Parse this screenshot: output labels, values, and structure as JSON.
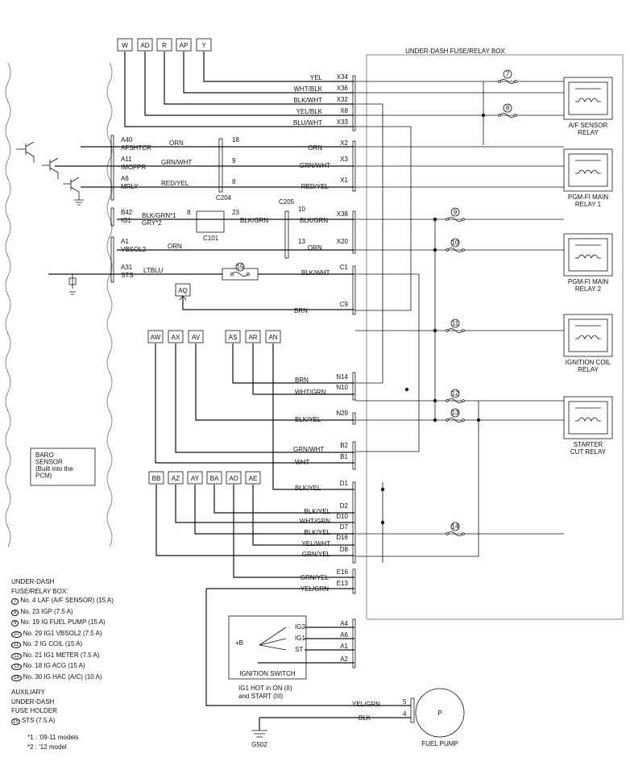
{
  "connectors_top": [
    "W",
    "AD",
    "R",
    "AP",
    "Y"
  ],
  "connector_aq": "AQ",
  "connectors_mid": [
    "AW",
    "AX",
    "AV",
    "AS",
    "AR",
    "AN"
  ],
  "connectors_low": [
    "BB",
    "AZ",
    "AY",
    "BA",
    "AO",
    "AE"
  ],
  "fuse_box_title": "UNDER-DASH FUSE/RELAY BOX",
  "pcm_pins": [
    {
      "pin": "A40",
      "name": "AFSHTCR"
    },
    {
      "pin": "A11",
      "name": "IMOFPR"
    },
    {
      "pin": "A6",
      "name": "MRLY"
    },
    {
      "pin": "B42",
      "name": "IG1"
    },
    {
      "pin": "A1",
      "name": "VBSOL2"
    },
    {
      "pin": "A31",
      "name": "STS"
    }
  ],
  "baro_sensor": [
    "BARO",
    "SENSOR",
    "(Built into the",
    "PCM)"
  ],
  "joints": [
    "C204",
    "C101",
    "C205"
  ],
  "wires_left": [
    {
      "color": "ORN",
      "num": "18"
    },
    {
      "color": "GRN/WHT",
      "num": "9"
    },
    {
      "color": "RED/YEL",
      "num": "8"
    },
    {
      "color": "BLK/GRN*1",
      "num": "8"
    },
    {
      "color": "GRY*2",
      "num": ""
    },
    {
      "color": "ORN",
      "num": ""
    },
    {
      "color": "LTBLU",
      "num": ""
    }
  ],
  "wires_mid": [
    {
      "color": "BLK/GRN",
      "num": "23"
    },
    {
      "color": "BLK/GRN",
      "num": "10"
    },
    {
      "color": "ORN",
      "num": "13"
    }
  ],
  "box_terminals": [
    {
      "color": "YEL",
      "pin": "X34"
    },
    {
      "color": "WHT/BLK",
      "pin": "X36"
    },
    {
      "color": "BLK/WHT",
      "pin": "X32"
    },
    {
      "color": "YEL/BLK",
      "pin": "X8"
    },
    {
      "color": "BLU/WHT",
      "pin": "X33"
    },
    {
      "color": "ORN",
      "pin": "X2"
    },
    {
      "color": "GRN/WHT",
      "pin": "X3"
    },
    {
      "color": "RED/YEL",
      "pin": "X1"
    },
    {
      "color": "BLK/GRN",
      "pin": "X38"
    },
    {
      "color": "ORN",
      "pin": "X20"
    },
    {
      "color": "BLK/WHT",
      "pin": "C1"
    },
    {
      "color": "BRN",
      "pin": "C9"
    },
    {
      "color": "BRN",
      "pin": "N14"
    },
    {
      "color": "WHT/GRN",
      "pin": "N10"
    },
    {
      "color": "BLK/YEL",
      "pin": "N29"
    },
    {
      "color": "GRN/WHT",
      "pin": "B2"
    },
    {
      "color": "WHT",
      "pin": "B1"
    },
    {
      "color": "BLK/YEL",
      "pin": "D1"
    },
    {
      "color": "BLK/YEL",
      "pin": "D2"
    },
    {
      "color": "WHT/GRN",
      "pin": "D10"
    },
    {
      "color": "BLK/YEL",
      "pin": "D7"
    },
    {
      "color": "YEL/WHT",
      "pin": "D16"
    },
    {
      "color": "GRN/YEL",
      "pin": "D8"
    },
    {
      "color": "GRN/YEL",
      "pin": "E16"
    },
    {
      "color": "YEL/GRN",
      "pin": "E13"
    }
  ],
  "fuses": [
    "7",
    "8",
    "9",
    "10",
    "11",
    "12",
    "13",
    "14",
    "15"
  ],
  "relays": [
    {
      "line1": "A/F SENSOR",
      "line2": "RELAY"
    },
    {
      "line1": "PGM-FI MAIN",
      "line2": "RELAY 1"
    },
    {
      "line1": "PGM-FI MAIN",
      "line2": "RELAY 2"
    },
    {
      "line1": "IGNITION COIL",
      "line2": "RELAY"
    },
    {
      "line1": "STARTER",
      "line2": "CUT RELAY"
    }
  ],
  "ignition_switch": {
    "title": "IGNITION SWITCH",
    "battery": "+B",
    "positions": [
      "IG2",
      "IG1",
      "ST"
    ],
    "pins": [
      "A4",
      "A6",
      "A1",
      "A2"
    ],
    "note1": "IG1 HOT in ON (II)",
    "note2": "and START (III)"
  },
  "fuel_pump": {
    "label": "FUEL PUMP",
    "symbol": "P",
    "pins": [
      "5",
      "4"
    ],
    "wires": [
      "YEL/GRN",
      "BLK"
    ]
  },
  "ground": "G502",
  "legend": {
    "title1": "UNDER-DASH",
    "title2": "FUSE/RELAY BOX:",
    "items": [
      {
        "num": "7",
        "text": "No. 4 LAF (A/F SENSOR) (15 A)"
      },
      {
        "num": "8",
        "text": "No. 23 IGP (7.5 A)"
      },
      {
        "num": "9",
        "text": "No. 19 IG FUEL PUMP (15 A)"
      },
      {
        "num": "10",
        "text": "No. 29 IG1 VBSOL2 (7.5 A)"
      },
      {
        "num": "11",
        "text": "No. 2 IG COIL (15 A)"
      },
      {
        "num": "12",
        "text": "No. 21 IG1 METER (7.5 A)"
      },
      {
        "num": "13",
        "text": "No. 18 IG ACG (15 A)"
      },
      {
        "num": "14",
        "text": "No. 30 IG HAC (A/C) (10 A)"
      }
    ],
    "aux1": "AUXILIARY",
    "aux2": "UNDER-DASH",
    "aux3": "FUSE HOLDER",
    "aux_item": {
      "num": "15",
      "text": "STS (7.5 A)"
    },
    "note1": "*1 : '09-11 models",
    "note2": "*2 : '12 model"
  }
}
